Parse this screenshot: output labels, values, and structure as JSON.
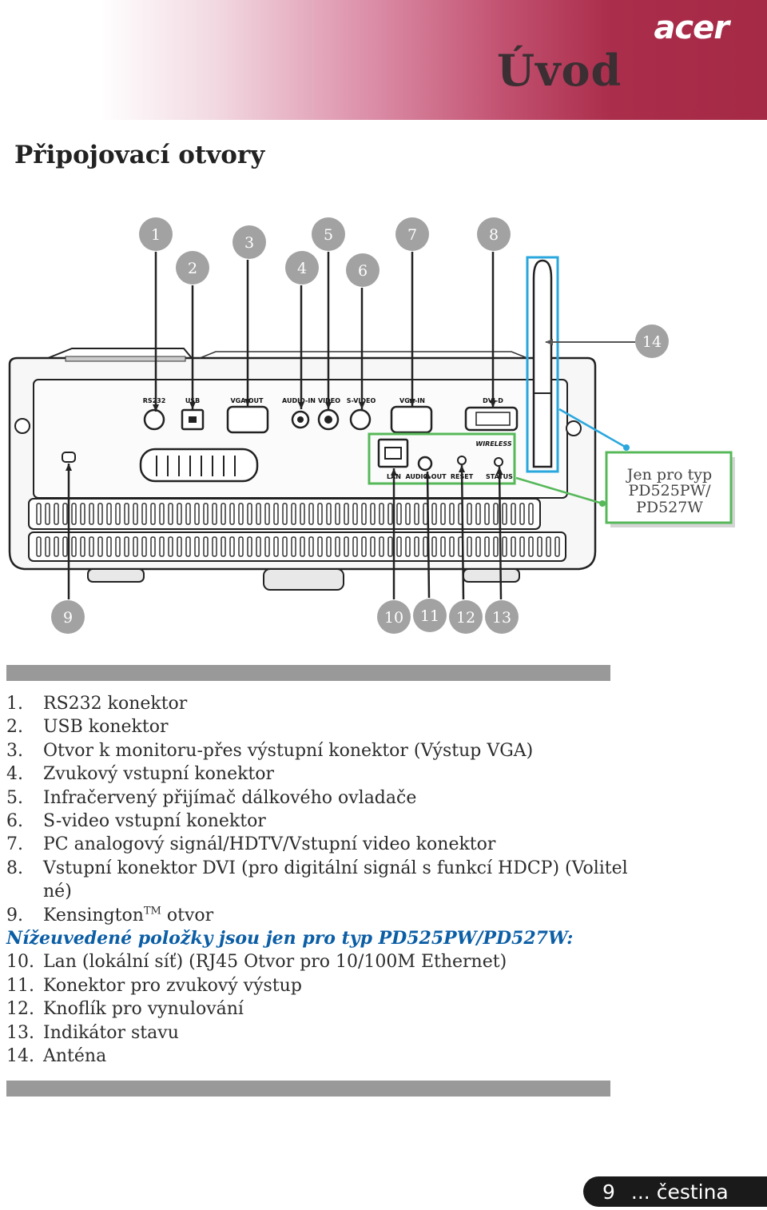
{
  "header": {
    "logo": "acer",
    "title": "Úvod"
  },
  "section_title": "Připojovací otvory",
  "figure": {
    "callouts": [
      "1",
      "2",
      "3",
      "4",
      "5",
      "6",
      "7",
      "8",
      "9",
      "10",
      "11",
      "12",
      "13",
      "14"
    ],
    "port_labels": {
      "rs232": "RS232",
      "usb": "USB",
      "vga_out": "VGA-OUT",
      "audio_in": "AUDIO-IN",
      "video": "VIDEO",
      "s_video": "S-VIDEO",
      "vga_in": "VGA-IN",
      "dvi_d": "DVI-D",
      "wireless": "WIRELESS",
      "lan": "LAN",
      "audio_out": "AUDIO-OUT",
      "reset": "RESET",
      "status": "STATUS"
    },
    "model_note_lines": [
      "Jen pro typ",
      "PD525PW/",
      "PD527W"
    ],
    "colors": {
      "accent_blue": "#2aa7dd",
      "accent_green": "#57b85a",
      "callout_gray": "#a2a2a2"
    }
  },
  "list": {
    "items": [
      {
        "num": "1.",
        "text": "RS232 konektor"
      },
      {
        "num": "2.",
        "text": "USB konektor"
      },
      {
        "num": "3.",
        "text": "Otvor k monitoru-přes výstupní konektor (Výstup VGA)"
      },
      {
        "num": "4.",
        "text": "Zvukový vstupní konektor"
      },
      {
        "num": "5.",
        "text": "Infračervený přijímač dálkového ovladače"
      },
      {
        "num": "6.",
        "text": "S-video vstupní konektor"
      },
      {
        "num": "7.",
        "text": "PC analogový signál/HDTV/Vstupní video konektor"
      },
      {
        "num": "8.",
        "text": "Vstupní konektor DVI (pro digitální signál s funkcí HDCP) (Volitel né)"
      }
    ],
    "item9": {
      "num": "9.",
      "text": "Kensington",
      "sup": "TM",
      "text_after": " otvor"
    },
    "note": "Níže­uvedené položky jsou jen pro typ PD525PW/PD527W:",
    "items2": [
      {
        "num": "10.",
        "text": "Lan (lokální síť) (RJ45 Otvor pro 10/100M Ethernet)"
      },
      {
        "num": "11.",
        "text": "Konektor pro zvukový výstup"
      },
      {
        "num": "12.",
        "text": "Knoflík pro vynulování"
      },
      {
        "num": "13.",
        "text": "Indikátor stavu"
      },
      {
        "num": "14.",
        "text": "Anténa"
      }
    ]
  },
  "footer": {
    "page": "9",
    "language": "... čestina"
  }
}
